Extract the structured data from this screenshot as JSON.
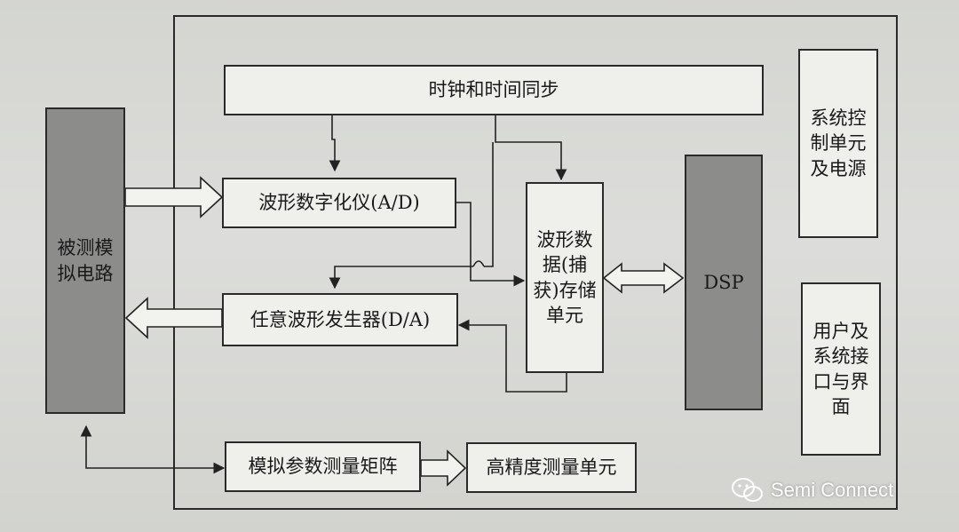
{
  "diagram": {
    "clock_sync": "时钟和时间同步",
    "dut_analog": "被测模拟电路",
    "digitizer": "波形数字化仪(A/D)",
    "awg": "任意波形发生器(D/A)",
    "capture_memory": "波形数据(捕获)存储单元",
    "dsp": "DSP",
    "system_control": "系统控制单元及电源",
    "user_interface": "用户及系统接口与界面",
    "param_matrix": "模拟参数测量矩阵",
    "precision_unit": "高精度测量单元"
  },
  "watermark": {
    "text": "Semi Connect",
    "icon": "wechat-icon"
  }
}
